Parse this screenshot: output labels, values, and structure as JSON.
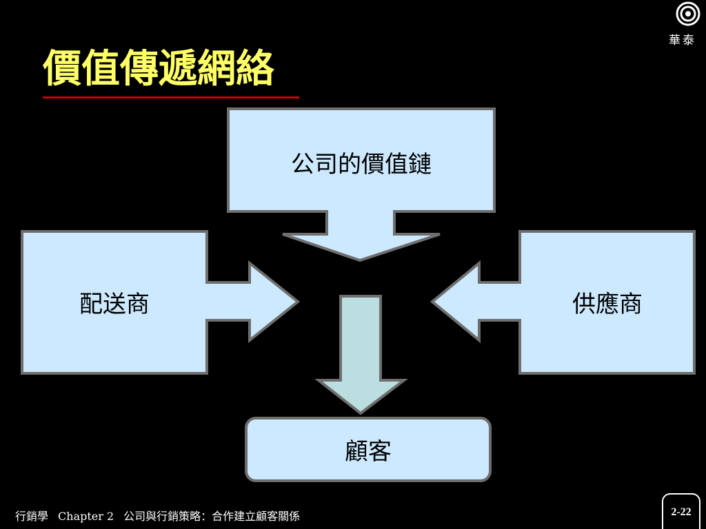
{
  "slide": {
    "title": "價值傳遞網絡",
    "logo_text": "華泰",
    "page_number": "2-22"
  },
  "footer": {
    "course": "行銷學",
    "chapter": "Chapter 2",
    "chapter_title": "公司與行銷策略：合作建立顧客關係"
  },
  "diagram": {
    "nodes": [
      {
        "id": "value-chain",
        "label": "公司的價值鏈"
      },
      {
        "id": "distributors",
        "label": "配送商"
      },
      {
        "id": "suppliers",
        "label": "供應商"
      },
      {
        "id": "customers",
        "label": "顧客"
      }
    ],
    "edges": [
      {
        "from": "value-chain",
        "to": "center"
      },
      {
        "from": "distributors",
        "to": "center"
      },
      {
        "from": "suppliers",
        "to": "center"
      },
      {
        "from": "center",
        "to": "customers"
      }
    ]
  },
  "colors": {
    "background": "#000000",
    "title": "#FFFF66",
    "title_underline": "#CC0000",
    "box_fill": "#CCE9FF",
    "box_stroke": "#6E6E6E",
    "down_arrow_fill": "#BBDEE0",
    "text": "#000000",
    "footer_text": "#FFFFFF"
  }
}
